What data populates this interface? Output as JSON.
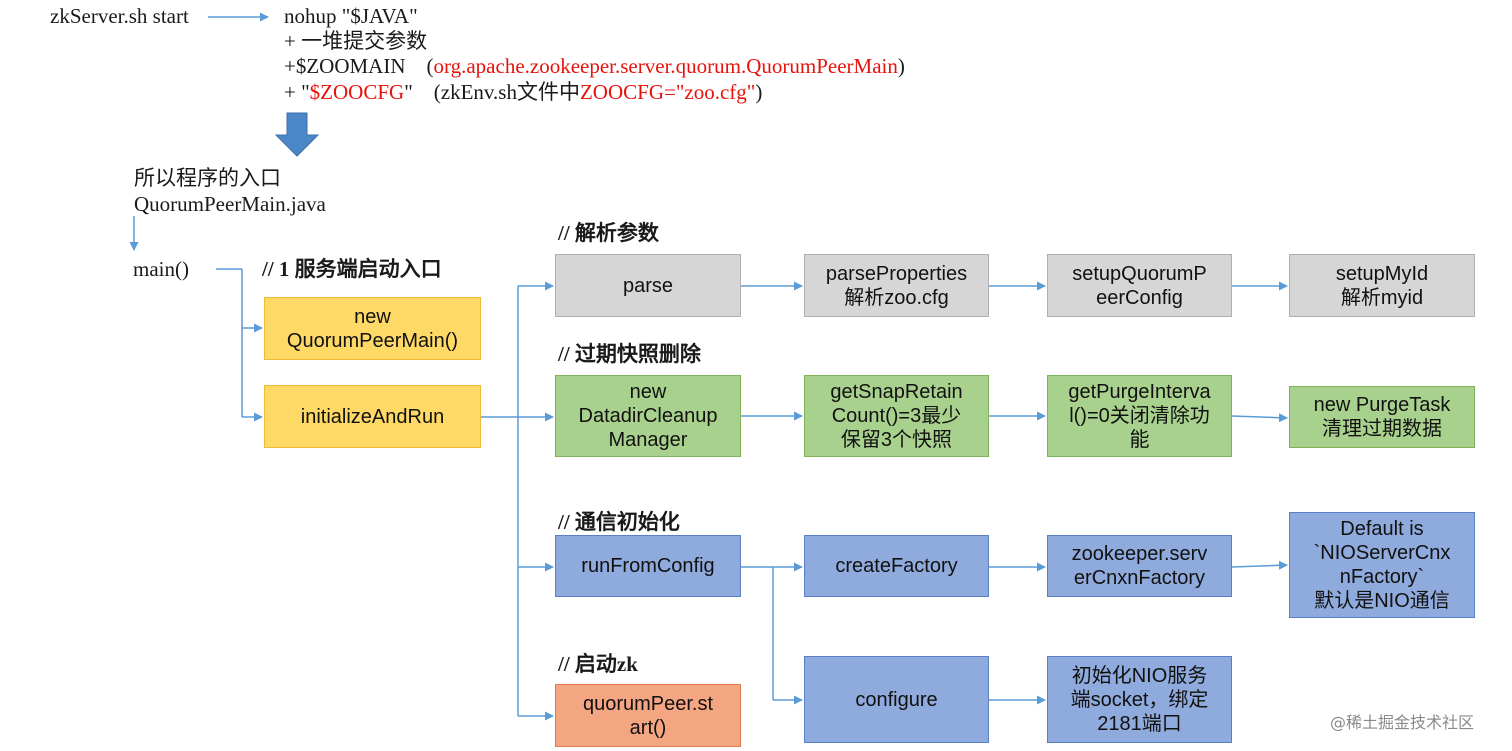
{
  "header": {
    "cmd": "zkServer.sh start",
    "l1": "nohup \"$JAVA\"",
    "l2": "+ 一堆提交参数",
    "l3_a": "+$ZOOMAIN　(",
    "l3_b": "org.apache.zookeeper.server.quorum.QuorumPeerMain",
    "l3_c": ")",
    "l4_a": "+ \"",
    "l4_b": "$ZOOCFG",
    "l4_c": "\"　(zkEnv.sh文件中",
    "l4_d": "ZOOCFG=\"zoo.cfg\"",
    "l4_e": ")"
  },
  "entry": {
    "l1": "所以程序的入口",
    "l2": "QuorumPeerMain.java",
    "main": "main()",
    "c1": "// 1 服务端启动入口"
  },
  "comments": {
    "parse": "// 解析参数",
    "purge": "// 过期快照删除",
    "comm": "// 通信初始化",
    "start": "// 启动zk"
  },
  "boxes": {
    "new_qpm": [
      "new",
      "QuorumPeerMain()"
    ],
    "init_run": [
      "initializeAndRun"
    ],
    "parse": [
      "parse"
    ],
    "parse_props": [
      "parseProperties",
      "解析zoo.cfg"
    ],
    "setup_qpc": [
      "setupQuorumP",
      "eerConfig"
    ],
    "setup_myid": [
      "setupMyId",
      "解析myid"
    ],
    "new_ddcm": [
      "new",
      "DatadirCleanup",
      "Manager"
    ],
    "get_snap": [
      "getSnapRetain",
      "Count()=3最少",
      "保留3个快照"
    ],
    "get_purge": [
      "getPurgeInterva",
      "l()=0关闭清除功",
      "能"
    ],
    "purge_task": [
      "new PurgeTask",
      "清理过期数据"
    ],
    "run_cfg": [
      "runFromConfig"
    ],
    "create_fac": [
      "createFactory"
    ],
    "zk_fac": [
      "zookeeper.serv",
      "erCnxnFactory"
    ],
    "default_nio": [
      "Default is",
      "`NIOServerCnx",
      "nFactory`",
      "默认是NIO通信"
    ],
    "qp_start": [
      "quorumPeer.st",
      "art()"
    ],
    "configure": [
      "configure"
    ],
    "init_nio": [
      "初始化NIO服务",
      "端socket，绑定",
      "2181端口"
    ]
  },
  "colors": {
    "arrow": "#5b9bd5",
    "gray": "#d6d6d6",
    "yellow": "#ffd966",
    "green": "#a9d18e",
    "blue": "#8faadc",
    "orange": "#f4a582",
    "red_text": "#e8120c"
  },
  "watermark": "@稀土掘金技术社区"
}
